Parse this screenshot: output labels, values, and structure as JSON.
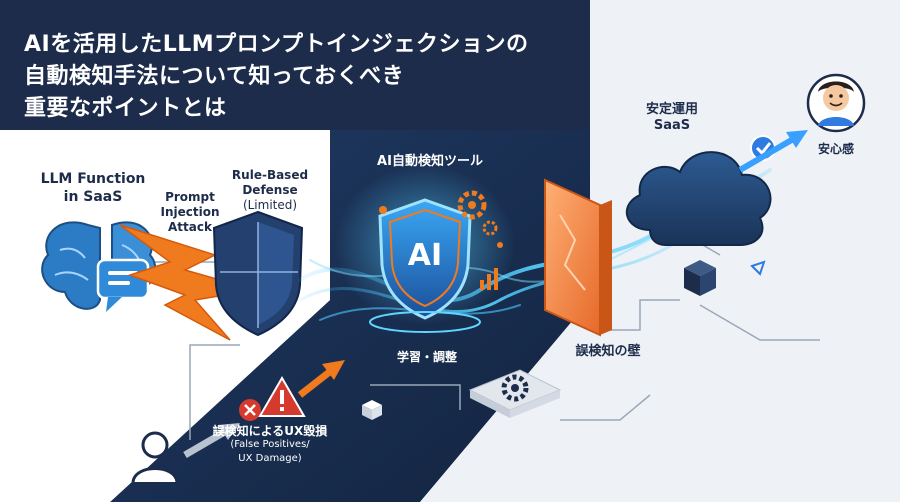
{
  "title": {
    "line1": "AIを活用したLLMプロンプトインジェクションの",
    "line2": "自動検知手法について知っておくべき",
    "line3": "重要なポイントとは"
  },
  "labels": {
    "llm_function": "LLM Function",
    "in_saas": "in SaaS",
    "prompt": "Prompt",
    "injection": "Injection",
    "attack": "Attack",
    "rule_based": "Rule-Based",
    "defense": "Defense",
    "limited": "(Limited)",
    "ai_tool": "AI自動検知ツール",
    "ai_badge": "AI",
    "learning": "学習・調整",
    "fp_wall": "誤検知の壁",
    "fp_damage": "誤検知によるUX毀損",
    "false_positives": "(False Positives/",
    "ux_damage": "UX Damage)",
    "stable_ops": "安定運用",
    "saas": "SaaS",
    "peace_of_mind": "安心感"
  },
  "colors": {
    "navy": "#1d2c4a",
    "brain_blue": "#2b7cc4",
    "attack_orange": "#f07a1e",
    "shield_navy": "#24406e",
    "ai_glow": "#3fc3ff",
    "wall_orange": "#f28a3a",
    "alert_red": "#d63a2f",
    "check_blue": "#2f7be0"
  }
}
